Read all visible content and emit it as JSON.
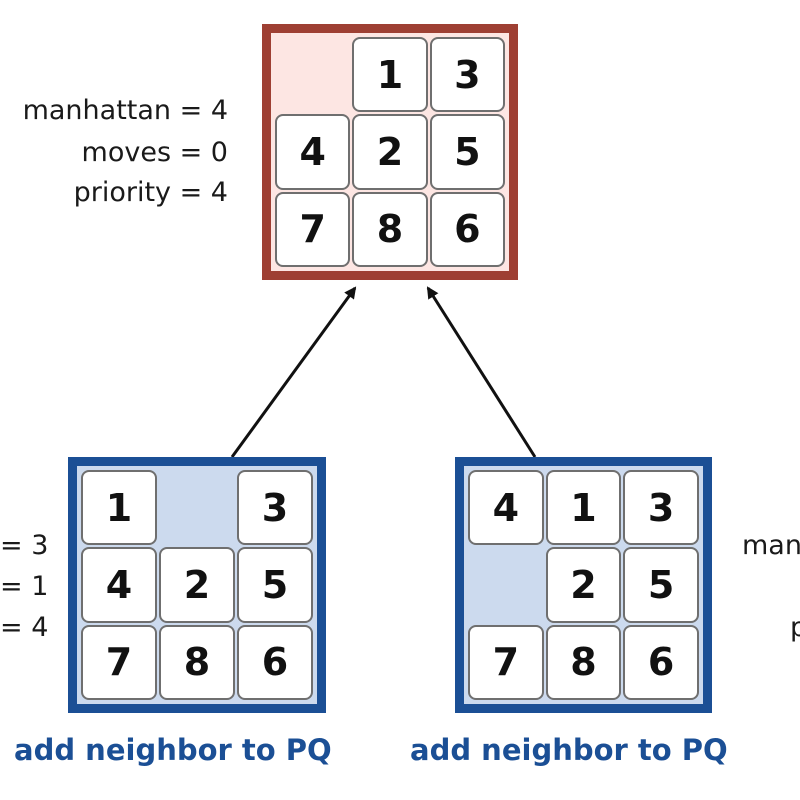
{
  "parent": {
    "tiles": [
      "",
      "1",
      "3",
      "4",
      "2",
      "5",
      "7",
      "8",
      "6"
    ],
    "stats": {
      "manhattan": "manhattan = 4",
      "moves": "moves = 0",
      "priority": "priority = 4"
    }
  },
  "left_child": {
    "tiles": [
      "1",
      "",
      "3",
      "4",
      "2",
      "5",
      "7",
      "8",
      "6"
    ],
    "stats": {
      "manhattan": "= 3",
      "moves": "= 1",
      "priority": "= 4"
    },
    "caption": "add neighbor to PQ"
  },
  "right_child": {
    "tiles": [
      "4",
      "1",
      "3",
      "",
      "2",
      "5",
      "7",
      "8",
      "6"
    ],
    "stats": {
      "manhattan": "man",
      "priority": "p"
    },
    "caption": "add neighbor to PQ"
  },
  "colors": {
    "parent_border": "#9e3f33",
    "parent_fill": "#fde6e3",
    "child_border": "#1b4f95",
    "child_fill": "#ccdaee",
    "caption": "#1b4f95"
  }
}
